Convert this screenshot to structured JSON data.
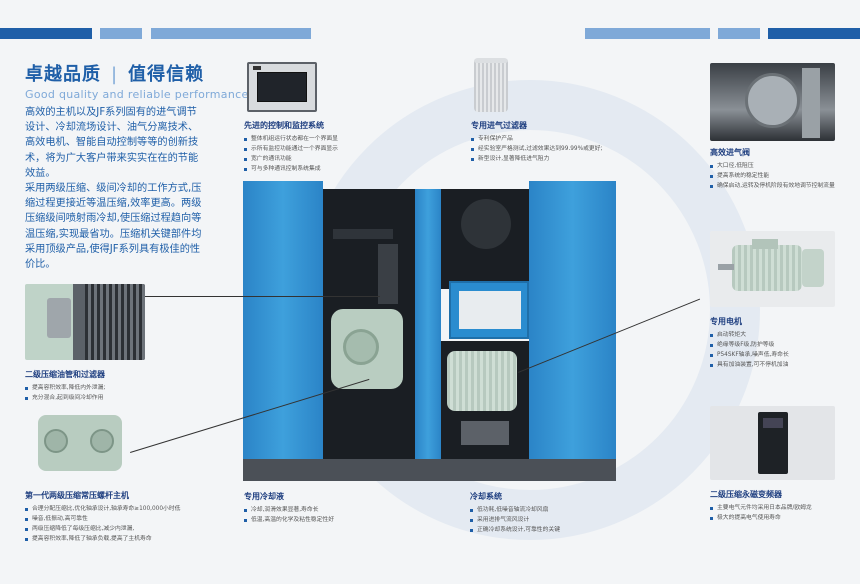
{
  "headline": {
    "left": "卓越品质",
    "right": "值得信赖"
  },
  "subhead": "Good quality and reliable performance",
  "intro": [
    "高效的主机以及JF系列固有的进气调节设计、冷却流场设计、油气分离技术、高效电机、智能自动控制等等的创新技术，将为广大客户带来实实在在的节能效益。",
    "采用两级压缩、级间冷却的工作方式,压缩过程更接近等温压缩,效率更高。两级压缩级间喷射雨冷却,使压缩过程趋向等温压缩,实现最省功。压缩机关键部件均采用顶级产品,使得JF系列具有极佳的性价比。"
  ],
  "features": {
    "control": {
      "title": "先进的控制和监控系统",
      "items": [
        "整体机组运行状态都在一个界面显",
        "示所有监控功能通过一个界面显示",
        "宽广的通讯功能",
        "可与多种通讯控制系统集成"
      ]
    },
    "filter": {
      "title": "专用进气过滤器",
      "items": [
        "专利保护产品",
        "经实验室严格测试,过滤效果达到99.99%或更好;",
        "新型设计,显著降低进气阻力"
      ]
    },
    "valve": {
      "title": "高效进气阀",
      "items": [
        "大口径,低阻压",
        "提高系统的稳定性能",
        "确保启动,运转及停机阶段有效地调节控制流量"
      ]
    },
    "oilpipe": {
      "title": "二级压缩油管和过滤器",
      "items": [
        "提高容积效率,降低内外泄漏;",
        "充分混合,起到级间冷却作用"
      ]
    },
    "motor": {
      "title": "专用电机",
      "items": [
        "启动转矩大",
        "绝缘等级F级,防护等级",
        "P54SKF轴承,噪声低,寿命长",
        "具有加油装置,可不停机加油"
      ]
    },
    "airend": {
      "title": "第一代两级压缩常压螺杆主机",
      "items": [
        "合理分配压缩比,优化轴承设计,轴承寿命≥100,000小时低",
        "噪音,低振动,高可靠性",
        "两级压缩降低了每级压缩比,减少内泄漏,",
        "提高容积效率,降低了轴承负载,提高了主机寿命"
      ]
    },
    "coolant": {
      "title": "专用冷却液",
      "items": [
        "冷却,润滑效果显著,寿命长",
        "低温,高温的化学及粘性稳定性好"
      ]
    },
    "cooling": {
      "title": "冷却系统",
      "items": [
        "低功耗,低噪音轴流冷却风扇",
        "采用进排气流风设计",
        "正确冷却系统设计,可靠性的关键"
      ]
    },
    "inverter": {
      "title": "二级压缩永磁变频器",
      "items": [
        "主要电气元件均采用日本品牌/欧姆龙",
        "极大的提高电气使用寿命"
      ]
    }
  },
  "colors": {
    "brand": "#1f5fa8",
    "brand_light": "#7fa9d8",
    "panel_blue": "#3ea0dc"
  },
  "icons": [
    "hmi-screen-icon",
    "air-filter-icon",
    "intake-valve-icon",
    "oil-pipe-icon",
    "motor-icon",
    "airend-icon",
    "inverter-icon",
    "compressor-machine-icon"
  ]
}
